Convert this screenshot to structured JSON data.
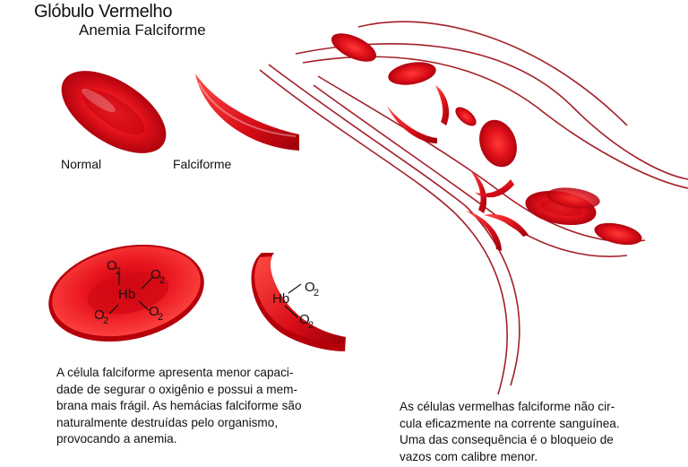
{
  "header": {
    "title": "Glóbulo Vermelho",
    "subtitle": "Anemia Falciforme"
  },
  "labels": {
    "normal": "Normal",
    "sickle": "Falciforme"
  },
  "molecule_normal": {
    "center": "Hb",
    "o2_top_left": "O",
    "o2_top_left_sub": "2",
    "o2_top_right": "O",
    "o2_top_right_sub": "2",
    "o2_bottom_left": "O",
    "o2_bottom_left_sub": "2",
    "o2_bottom_right": "O",
    "o2_bottom_right_sub": "2"
  },
  "molecule_sickle": {
    "center": "Hb",
    "o2_top": "O",
    "o2_top_sub": "2",
    "o2_bottom": "O",
    "o2_bottom_sub": "2"
  },
  "text_left": {
    "lines": [
      "A célula falciforme apresenta menor capaci-",
      "dade de segurar o oxigênio e possui a mem-",
      "brana mais frágil. As hemácias falciforme são",
      "naturalmente destruídas pelo organismo,",
      "provocando a anemia."
    ]
  },
  "text_right": {
    "lines": [
      "As células vermelhas falciforme não cir-",
      "cula eficazmente na corrente sanguínea.",
      "Uma das consequência é o bloqueio de",
      "vazos com calibre menor."
    ]
  },
  "colors": {
    "cell_dark": "#b0000a",
    "cell_mid": "#e2101c",
    "cell_light": "#ff5b55",
    "vessel_line": "#a3202a"
  }
}
